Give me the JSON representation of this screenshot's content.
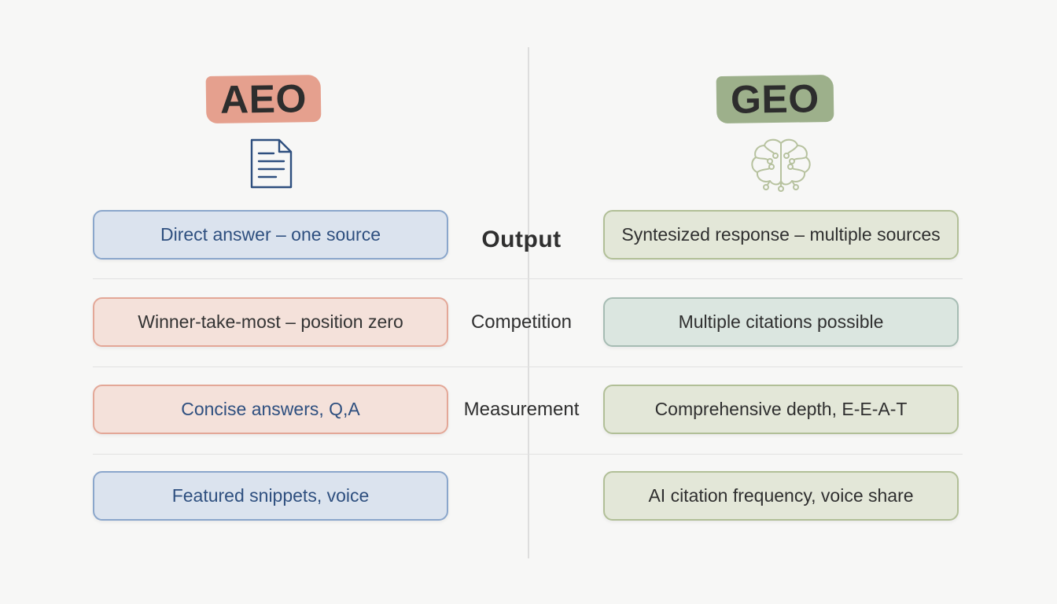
{
  "left": {
    "title": "AEO",
    "icon": "document-icon",
    "cards": [
      "Direct answer – one source",
      "Winner-take-most – position zero",
      "Concise answers, Q,A",
      "Featured snippets, voice"
    ]
  },
  "right": {
    "title": "GEO",
    "icon": "brain-network-icon",
    "cards": [
      "Syntesized response – multiple sources",
      "Multiple citations possible",
      "Comprehensive depth, E-E-A-T",
      "AI citation frequency, voice share"
    ]
  },
  "rows": [
    "Output",
    "Competition",
    "Measurement"
  ],
  "colors": {
    "aeo_highlight": "#e5a08e",
    "geo_highlight": "#9db08b",
    "blue_card": "#dbe3ee",
    "red_card": "#f4e1da",
    "green_card": "#e3e7d8",
    "teal_card": "#dbe6e0",
    "blue_text": "#2e4f7f"
  }
}
